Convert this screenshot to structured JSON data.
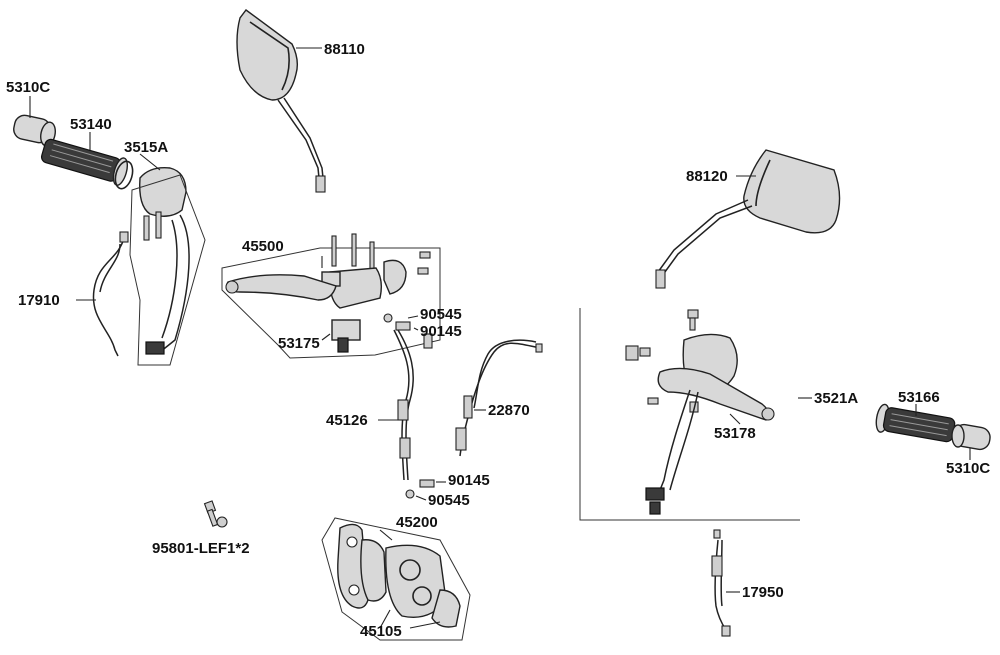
{
  "labels": {
    "p5310c_left": "5310C",
    "p53140": "53140",
    "p3515a": "3515A",
    "p17910": "17910",
    "p88110": "88110",
    "p45500": "45500",
    "p90545_top": "90545",
    "p90145_top": "90145",
    "p53175": "53175",
    "p45126": "45126",
    "p22870": "22870",
    "p90145_bottom": "90145",
    "p90545_bottom": "90545",
    "p45200": "45200",
    "p45105": "45105",
    "p95801": "95801-LEF1*2",
    "p88120": "88120",
    "p3521a": "3521A",
    "p53166": "53166",
    "p53178": "53178",
    "p5310c_right": "5310C",
    "p17950": "17950"
  }
}
